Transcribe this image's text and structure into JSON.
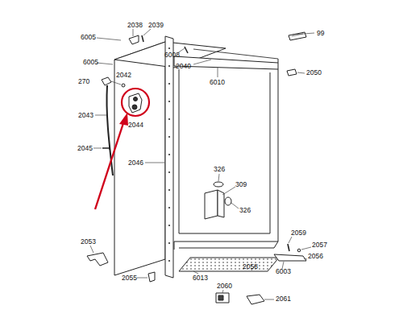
{
  "diagram": {
    "labels": [
      "2038",
      "2039",
      "6005",
      "99",
      "6008",
      "2040",
      "6005",
      "2042",
      "270",
      "6010",
      "2050",
      "2043",
      "2044",
      "2045",
      "2046",
      "326",
      "309",
      "326",
      "2059",
      "2057",
      "2053",
      "2056",
      "6003",
      "2058",
      "2055",
      "6013",
      "2060",
      "2061"
    ]
  }
}
